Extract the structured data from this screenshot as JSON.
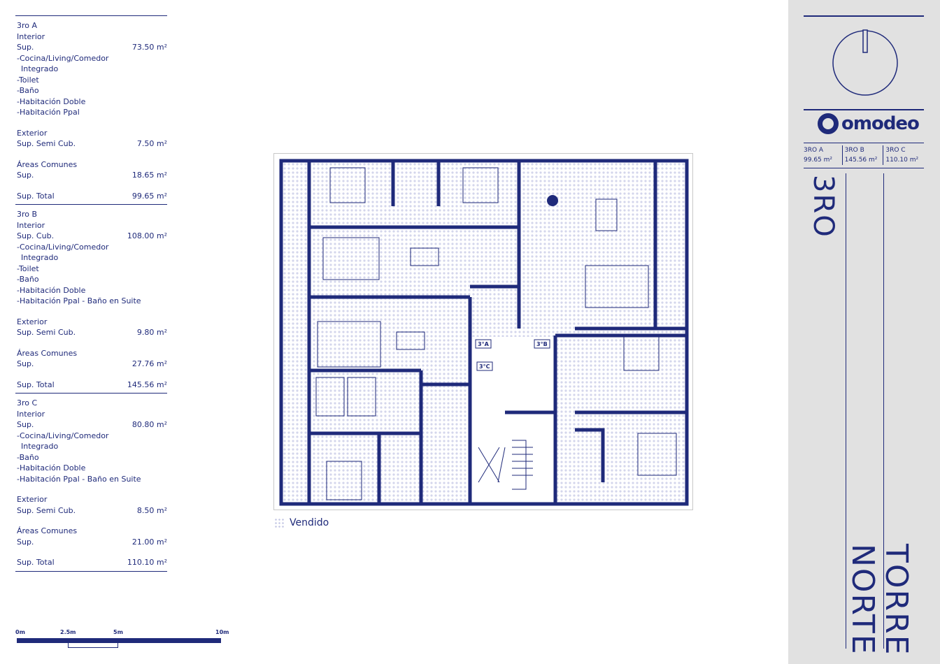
{
  "units": [
    {
      "title": "3ro A",
      "interior": "Interior",
      "sup_label": "Sup.",
      "sup": "73.50 m²",
      "rooms": [
        "-Cocina/Living/Comedor",
        "Integrado",
        "-Toilet",
        "-Baño",
        "-Habitación Doble",
        "-Habitación Ppal"
      ],
      "exterior": "Exterior",
      "semi_label": "Sup. Semi Cub.",
      "semi": "7.50 m²",
      "comunes": "Áreas Comunes",
      "com_label": "Sup.",
      "com": "18.65 m²",
      "total_label": "Sup. Total",
      "total": "99.65 m²"
    },
    {
      "title": "3ro B",
      "interior": "Interior",
      "sup_label": "Sup. Cub.",
      "sup": "108.00 m²",
      "rooms": [
        "-Cocina/Living/Comedor",
        "Integrado",
        "-Toilet",
        "-Baño",
        "-Habitación Doble",
        "-Habitación Ppal - Baño en Suite"
      ],
      "exterior": "Exterior",
      "semi_label": "Sup. Semi Cub.",
      "semi": "9.80 m²",
      "comunes": "Áreas Comunes",
      "com_label": "Sup.",
      "com": "27.76 m²",
      "total_label": "Sup. Total",
      "total": "145.56 m²"
    },
    {
      "title": "3ro C",
      "interior": "Interior",
      "sup_label": "Sup.",
      "sup": "80.80 m²",
      "rooms": [
        "-Cocina/Living/Comedor",
        "Integrado",
        "-Baño",
        "-Habitación Doble",
        "-Habitación Ppal - Baño en Suite"
      ],
      "exterior": "Exterior",
      "semi_label": "Sup. Semi Cub.",
      "semi": "8.50 m²",
      "comunes": "Áreas Comunes",
      "com_label": "Sup.",
      "com": "21.00 m²",
      "total_label": "Sup. Total",
      "total": "110.10 m²"
    }
  ],
  "plan": {
    "labels": [
      "3°A",
      "3°B",
      "3°C"
    ]
  },
  "legend": "Vendido",
  "scale": [
    "0m",
    "2.5m",
    "5m",
    "10m"
  ],
  "brand": "omodeo",
  "summary": [
    {
      "name": "3RO A",
      "area": "99.65 m²"
    },
    {
      "name": "3RO B",
      "area": "145.56 m²"
    },
    {
      "name": "3RO C",
      "area": "110.10 m²"
    }
  ],
  "floor": "3RO",
  "tower": [
    "TORRE",
    "NORTE"
  ]
}
